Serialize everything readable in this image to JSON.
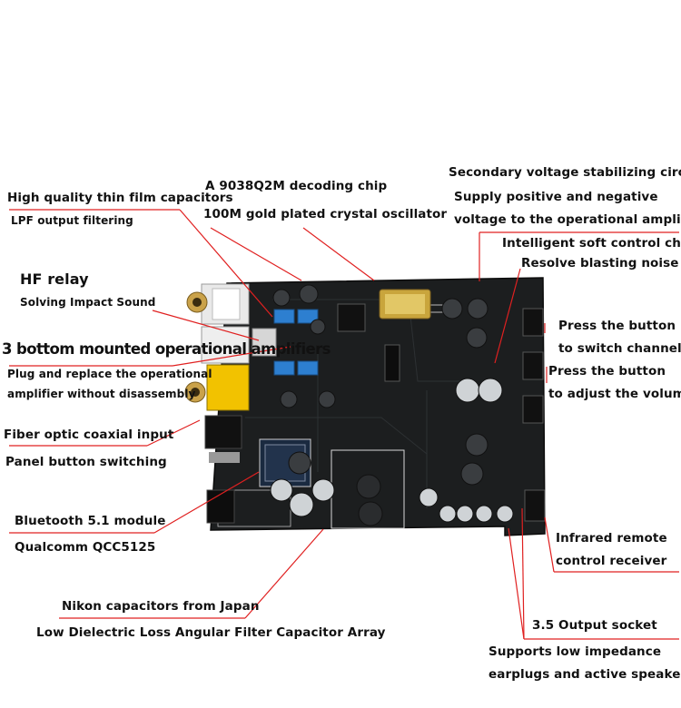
{
  "colors": {
    "board": "#1b1d1e",
    "leader": "#e02020",
    "capacitor_blue": "#2d7fd0",
    "crystal": "#c9a53c",
    "rca_gold": "#caa24a",
    "rca_white": "#eeeeee",
    "rca_yellow": "#f2c200"
  },
  "labels": {
    "dac_chip": "A 9038Q2M decoding chip",
    "crystal": "100M gold plated crystal oscillator",
    "film_caps": "High quality thin film capacitors",
    "lpf": "LPF output filtering",
    "hf_relay": "HF relay",
    "impact": "Solving Impact Sound",
    "opamps": "3 bottom mounted operational amplifiers",
    "plug_replace_1": "Plug and replace the operational",
    "plug_replace_2": "amplifier without disassembly",
    "fiber": "Fiber optic coaxial input",
    "panel_button": "Panel button switching",
    "bluetooth": "Bluetooth 5.1 module",
    "qualcomm": "Qualcomm QCC5125",
    "nikon": "Nikon capacitors from Japan",
    "dielectric": "Low Dielectric Loss Angular Filter Capacitor Array",
    "secondary": "Secondary voltage stabilizing circuit",
    "supply_1": "Supply positive and negative",
    "supply_2": "voltage to the operational amplifier",
    "soft_chip": "Intelligent soft control chip",
    "blasting": "Resolve blasting noise",
    "switch_1": "Press the button",
    "switch_2": "to switch channels",
    "volume_1": "Press the button",
    "volume_2": "to adjust the volume",
    "ir_1": "Infrared remote",
    "ir_2": "control receiver",
    "output": "3.5 Output socket",
    "supports_1": "Supports low impedance",
    "supports_2": "earplugs and active speakers"
  }
}
